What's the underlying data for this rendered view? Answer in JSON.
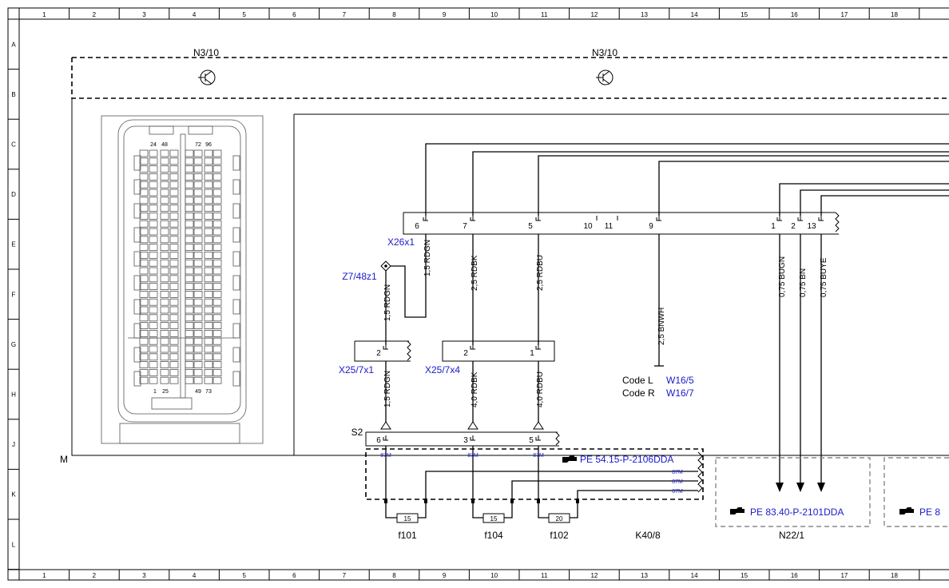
{
  "grid": {
    "columns": [
      "1",
      "2",
      "3",
      "4",
      "5",
      "6",
      "7",
      "8",
      "9",
      "10",
      "11",
      "12",
      "13",
      "14",
      "15",
      "16",
      "17",
      "18"
    ],
    "rows": [
      "A",
      "B",
      "C",
      "D",
      "E",
      "F",
      "G",
      "H",
      "J",
      "K",
      "L"
    ]
  },
  "components": {
    "n3_10_left": "N3/10",
    "n3_10_right": "N3/10",
    "m": "M",
    "x26x1": "X26x1",
    "z7_48z1": "Z7/48z1",
    "x25_7x1": "X25/7x1",
    "x25_7x4": "X25/7x4",
    "s2": "S2",
    "k40_8": "K40/8",
    "n22_1": "N22/1",
    "f101": "f101",
    "f104": "f104",
    "f102": "f102"
  },
  "ecu_connector": {
    "top_left_pins": [
      "24",
      "48"
    ],
    "top_right_pins": [
      "72",
      "96"
    ],
    "bottom_left_pins": [
      "1",
      "25"
    ],
    "bottom_right_pins": [
      "49",
      "73"
    ]
  },
  "x26x1_pins": [
    "6",
    "7",
    "5",
    "10",
    "11",
    "9",
    "1",
    "2",
    "13"
  ],
  "x25_7x1_pins": [
    "2"
  ],
  "x25_7x4_pins": [
    "2",
    "1"
  ],
  "s2_pins": [
    "6",
    "3",
    "5"
  ],
  "wires": {
    "rdgn_15": "1,5 RDGN",
    "rdbk_25": "2,5 RDBK",
    "rdbu_25": "2,5 RDBU",
    "bnwh_25": "2,5 BNWH",
    "bugn_075": "0,75 BUGN",
    "bn_075": "0,75 BN",
    "buye_075": "0,75 BUYE",
    "z7_rdgn_15": "1,5 RDGN",
    "rdgn_15_lower": "1,5 RDGN",
    "rdbk_40": "4,0 RDBK",
    "rdbu_40": "4,0 RDBU"
  },
  "codes": {
    "code_l_label": "Code L",
    "code_l_ref": "W16/5",
    "code_r_label": "Code R",
    "code_r_ref": "W16/7"
  },
  "relay_labels": [
    "87M",
    "87M",
    "87M",
    "87M",
    "87M",
    "87M"
  ],
  "fuses": [
    "15",
    "15",
    "20"
  ],
  "references": {
    "k40_ref": "PE 54.15-P-2106DDA",
    "n22_ref": "PE 83.40-P-2101DDA",
    "right_ref": "PE 8"
  },
  "colors": {
    "link": "#1a1acd",
    "line": "#000000",
    "dashed_gray": "#8a8a8a"
  }
}
